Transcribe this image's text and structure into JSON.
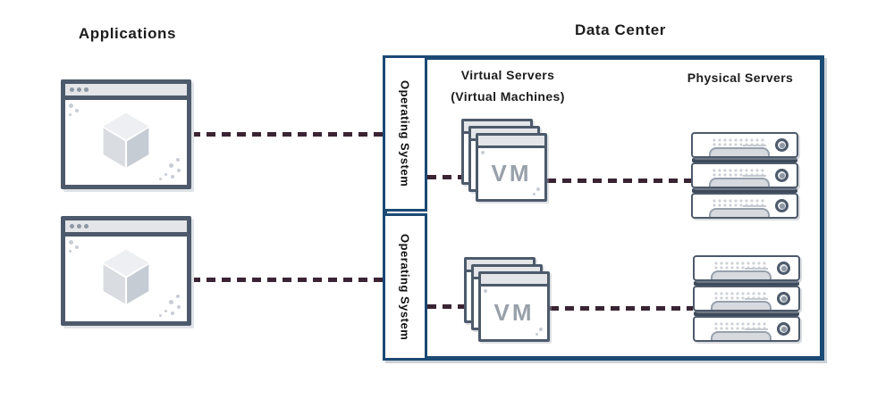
{
  "titles": {
    "applications": "Applications",
    "data_center": "Data Center"
  },
  "labels": {
    "virtual_servers": "Virtual Servers",
    "virtual_machines": "(Virtual Machines)",
    "physical_servers": "Physical Servers",
    "operating_system_1": "Operating System",
    "operating_system_2": "Operating System",
    "vm_1": "VM",
    "vm_2": "VM"
  },
  "colors": {
    "navy": "#1b4a74",
    "slate": "#4d5a6b",
    "slate-light": "#8d97a3",
    "maroon": "#3a2433",
    "gray-fill": "#e3e5e8",
    "cube-top": "#edeff2",
    "cube-left": "#d9dce1",
    "cube-right": "#c6ccd4",
    "vm-text": "#98a0aa",
    "text": "#1d1d1d",
    "sep": "#3d4a5b",
    "sparkle": "#c8cdd5",
    "shadow": "#ccd0d6"
  }
}
